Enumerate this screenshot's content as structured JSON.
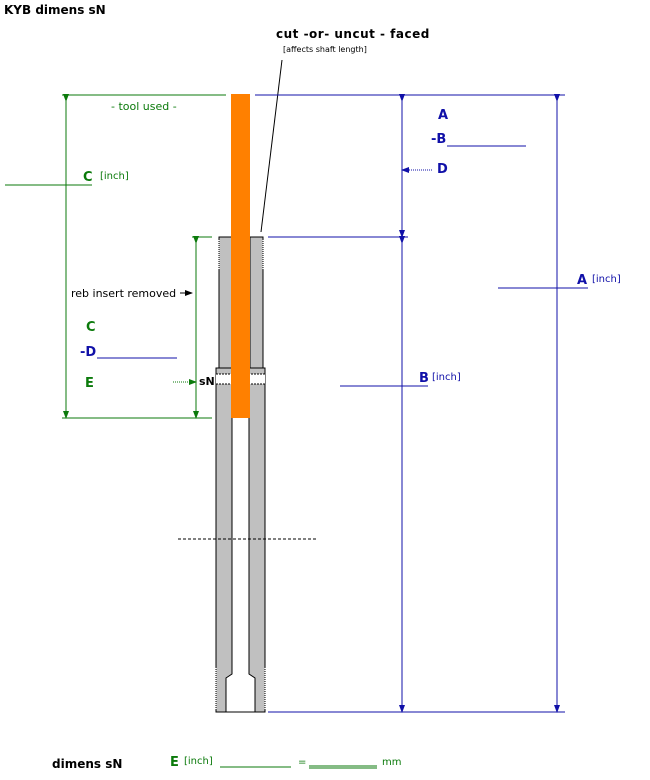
{
  "title": "KYB  dimens sN",
  "header": {
    "main": "cut  -or-  uncut  -  faced",
    "sub": "[affects shaft length]"
  },
  "labels": {
    "tool_used": "- tool used -",
    "reb_insert": "reb insert removed",
    "sn": "sN",
    "unit": "[inch]"
  },
  "dimensions": {
    "A": "A",
    "B": "B",
    "C": "C",
    "D": "D",
    "E": "E",
    "minus_B": "-B",
    "minus_D": "-D"
  },
  "formula_right": {
    "first": "A",
    "second": "-B",
    "arrow_to": "D"
  },
  "formula_left": {
    "first": "C",
    "second": "-D",
    "result": "E"
  },
  "footer": {
    "label": "dimens sN",
    "dim": "E",
    "unit": "[inch]",
    "equals": "=",
    "mm": "mm"
  },
  "colors": {
    "green": "#0b7a0b",
    "blue": "#1010a8",
    "shaft": "#ff8000",
    "tube": "#c0c0c0"
  }
}
